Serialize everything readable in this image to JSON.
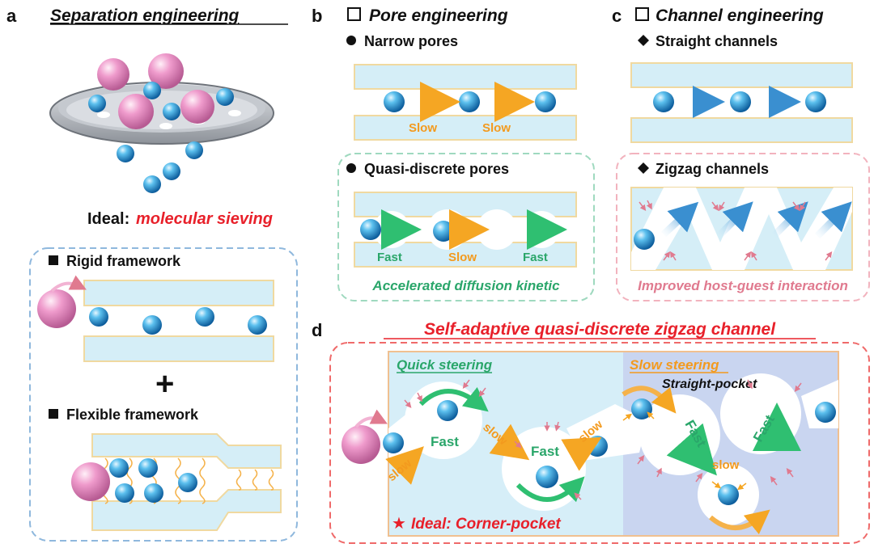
{
  "panel_a": {
    "letter": "a",
    "title": "Separation engineering",
    "ideal_prefix": "Ideal: ",
    "ideal_value": "molecular sieving",
    "rigid_label": "Rigid framework",
    "plus": "+",
    "flexible_label": "Flexible framework"
  },
  "panel_b": {
    "letter": "b",
    "title": "Pore engineering",
    "narrow_label": "Narrow pores",
    "slow_1": "Slow",
    "slow_2": "Slow",
    "quasi_label": "Quasi-discrete pores",
    "fast_1": "Fast",
    "slow_3": "Slow",
    "fast_2": "Fast",
    "caption": "Accelerated diffusion kinetic"
  },
  "panel_c": {
    "letter": "c",
    "title": "Channel engineering",
    "straight_label": "Straight channels",
    "zigzag_label": "Zigzag channels",
    "caption": "Improved host-guest interaction"
  },
  "panel_d": {
    "letter": "d",
    "title": "Self-adaptive quasi-discrete zigzag channel",
    "quick_steering": "Quick steering",
    "slow_steering": "Slow steering",
    "straight_pocket": "Straight-pocket",
    "slow_a": "slow",
    "slow_b": "slow",
    "slow_c": "slow",
    "slow_d": "slow",
    "fast_a": "Fast",
    "fast_b": "Fast",
    "fast_c": "Fast",
    "fast_d": "Fast",
    "ideal_corner": "Ideal: Corner-pocket"
  },
  "colors": {
    "channel_fill": "#d5eef7",
    "channel_border": "#f0d9a0",
    "sphere_blue": "#2b9ad6",
    "sphere_pink": "#e48cc0",
    "arrow_orange": "#f5a623",
    "arrow_green": "#2fbf71",
    "arrow_blue": "#3a8fd0",
    "text_red": "#e8202a",
    "text_green": "#2aa66a",
    "text_pink": "#e07a8f",
    "text_orange": "#f39a1e",
    "box_blue_dash": "#8fb8dd",
    "box_green_dash": "#9fd9bf",
    "box_pink_dash": "#f2b3be",
    "box_red_dash": "#ef6a6a",
    "d_left_bg": "#d6eef8",
    "d_right_bg": "#c9d5f0"
  }
}
